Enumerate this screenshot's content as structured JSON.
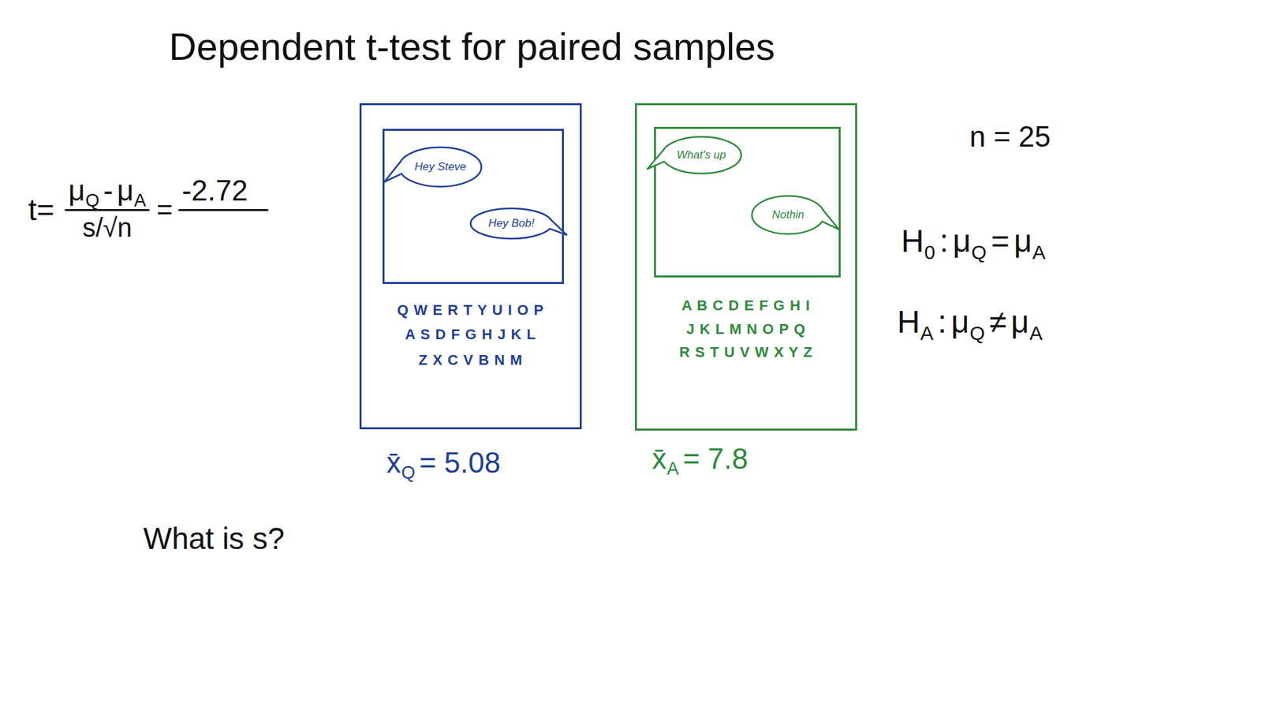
{
  "diagram": {
    "title": "Dependent t-test for paired samples",
    "nodes": [
      {
        "text": [
          "Q W E R T Y U I O P",
          "A S D F G H J K L",
          "Z X C V B N M"
        ]
      },
      {
        "text": [
          "Hey Steve"
        ],
        "in": 0
      },
      {
        "text": [
          "Hey Bob!"
        ],
        "in": 0
      },
      {
        "text": [
          "A B C D E F G H I",
          "J K L M N O P Q",
          "R S T U V W X Y Z"
        ]
      },
      {
        "text": [
          "What's up"
        ],
        "in": 3
      },
      {
        "text": [
          "Nothin"
        ],
        "in": 3
      }
    ],
    "labels": [
      "t=",
      "μ",
      "Q",
      "-",
      "μ",
      "A",
      "s/√n",
      "=",
      "-2.72",
      "x̄",
      "Q",
      "= 5.08",
      "x̄",
      "A",
      "= 7.8",
      "n = 25",
      "H",
      "0",
      ":",
      "μ",
      "Q",
      "=",
      "μ",
      "A",
      "H",
      "A",
      ":",
      "μ",
      "Q",
      "≠",
      "μ",
      "A",
      "What is s?"
    ]
  }
}
